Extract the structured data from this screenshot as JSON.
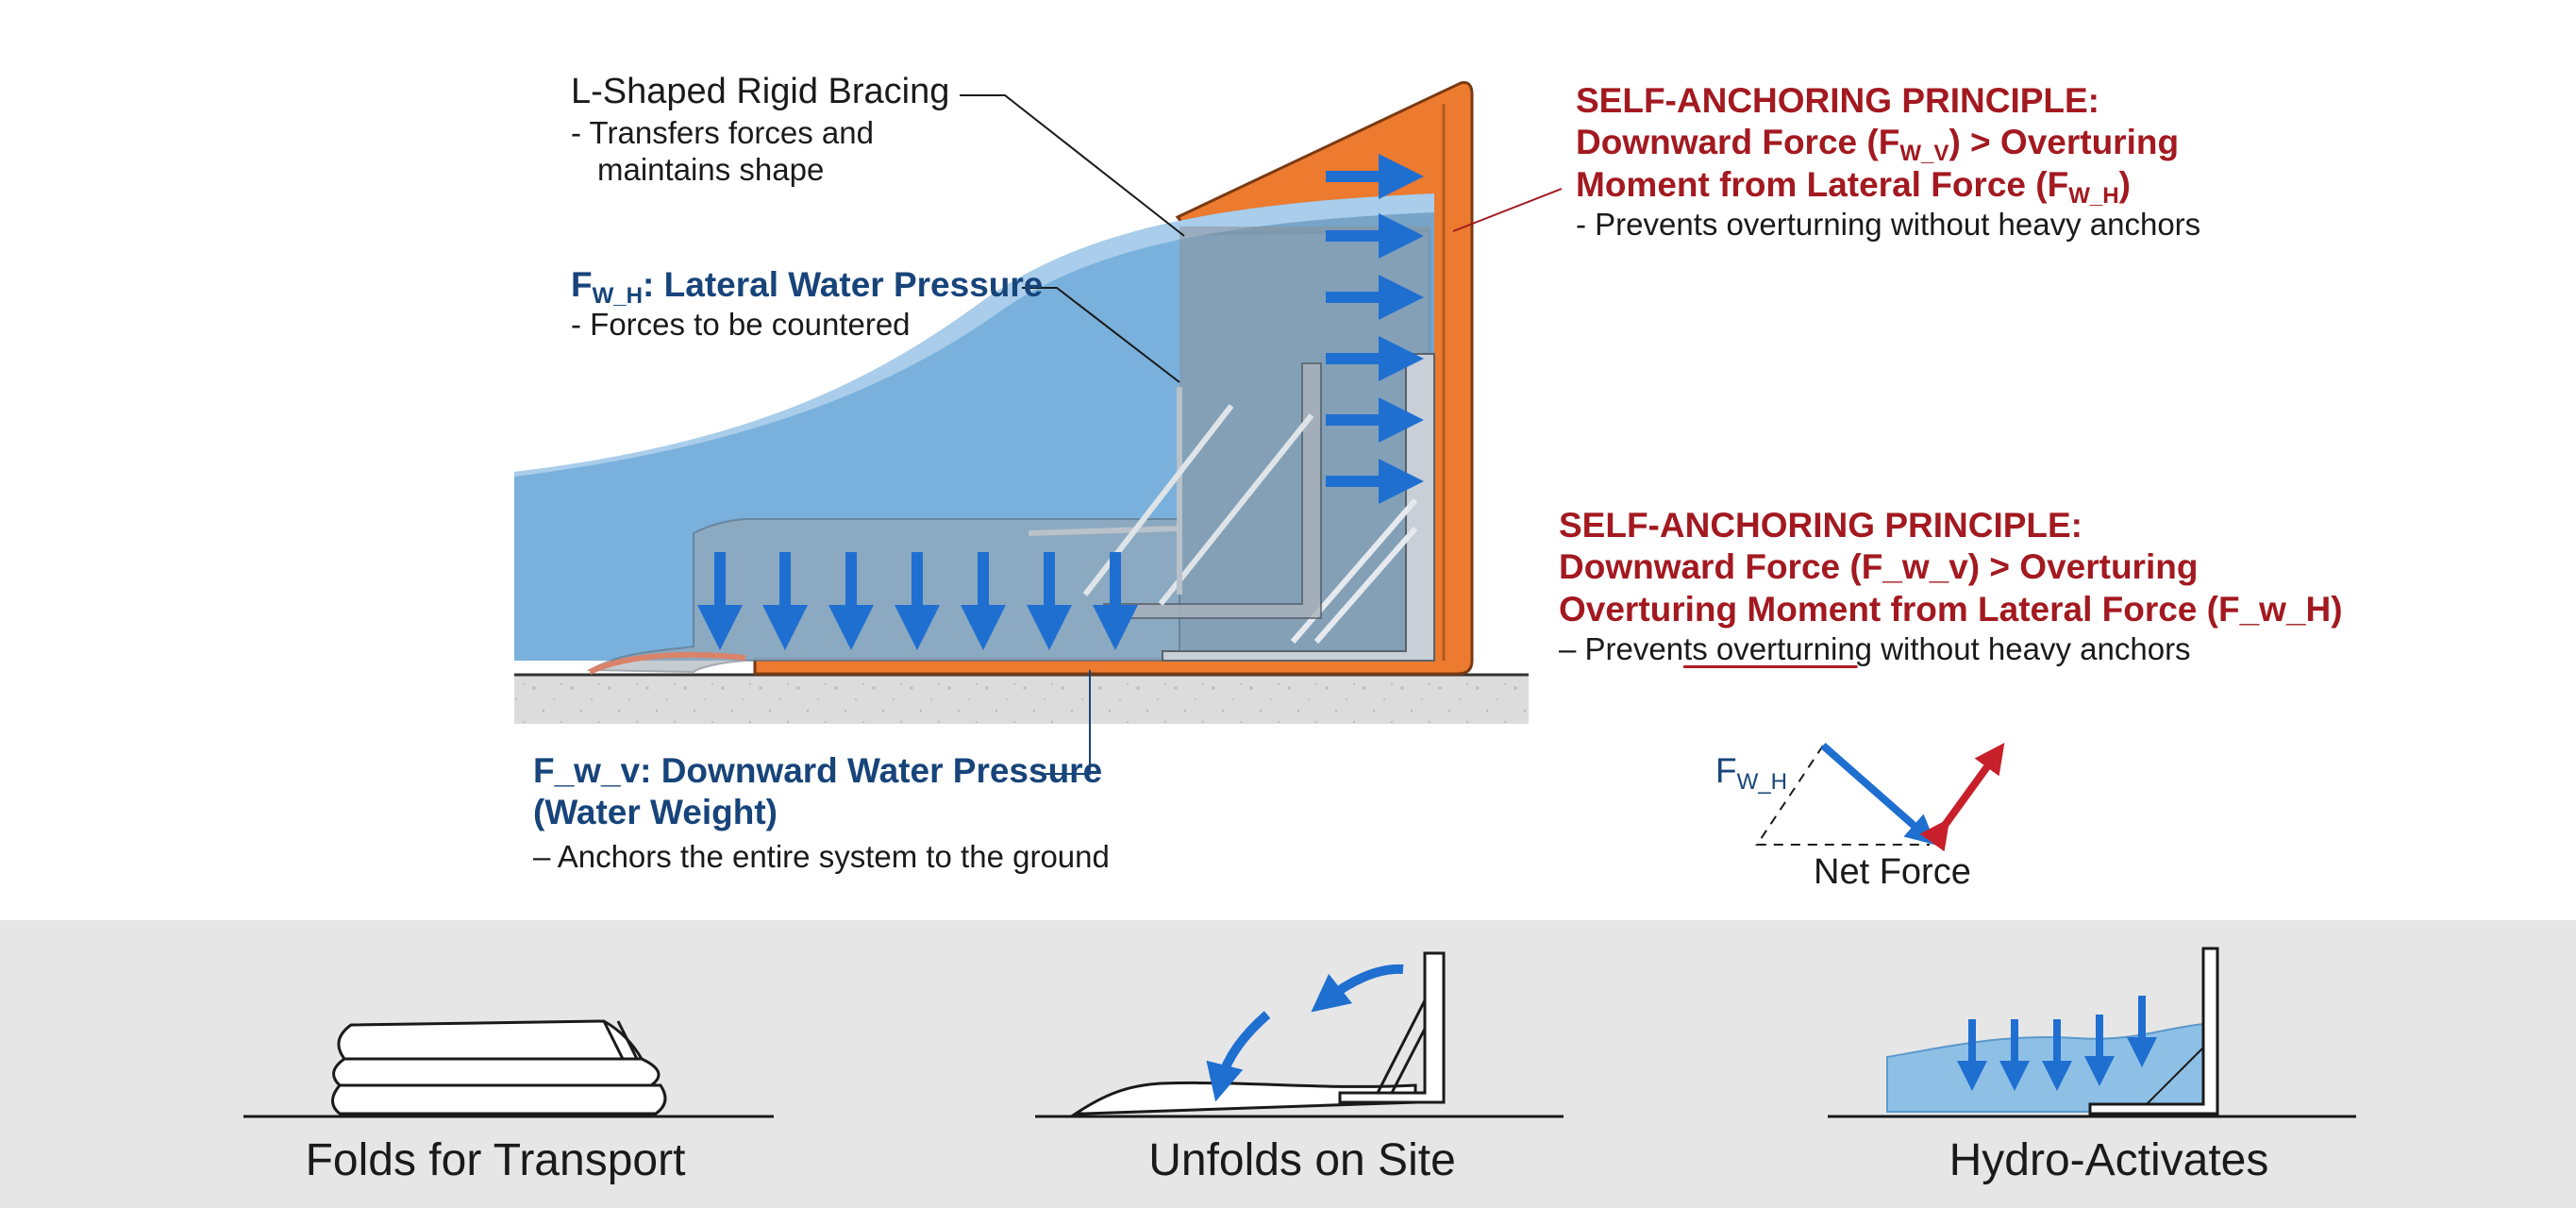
{
  "bracing": {
    "title": "L-Shaped Rigid Bracing",
    "desc_1": "- Transfers forces and",
    "desc_2": "maintains shape"
  },
  "lateral": {
    "symbol": "F",
    "sub": "W_H",
    "title": ": Lateral Water Pressure",
    "desc": "- Forces to be countered"
  },
  "downward": {
    "title_1": "F_w_v: Downward Water Pressure",
    "title_2": "(Water Weight)",
    "desc": "– Anchors the entire system to the ground"
  },
  "principle_1": {
    "heading": "SELF-ANCHORING PRINCIPLE:",
    "line2_a": "Downward Force (F",
    "line2_sub": "W_V",
    "line2_b": ") > Overturing",
    "line3_a": "Moment from Lateral Force (F",
    "line3_sub": "W_H",
    "line3_b": ")",
    "desc": "- Prevents overturning without heavy anchors"
  },
  "principle_2": {
    "heading": "SELF-ANCHORING PRINCIPLE:",
    "line2": "Downward Force (F_w_v) > Overturing",
    "line3": "Overturing Moment from Lateral Force (F_w_H)",
    "desc_a": "– Preven",
    "desc_u": "ts overturning",
    "desc_b": " without heavy anchors"
  },
  "vector": {
    "symbol": "F",
    "sub": "W_H",
    "net_label": "Net Force"
  },
  "steps": [
    {
      "caption": "Folds for Transport"
    },
    {
      "caption": "Unfolds on Site"
    },
    {
      "caption": "Hydro-Activates"
    }
  ],
  "colors": {
    "water": "#6aa8d8",
    "water_light": "#a9cdea",
    "orange": "#ec7a2f",
    "brace": "#c8cfd6",
    "arrow_blue": "#1f6fd1",
    "arrow_red": "#c8202a",
    "ground": "#dcdcdc",
    "bottom_band": "#e6e6e6"
  }
}
